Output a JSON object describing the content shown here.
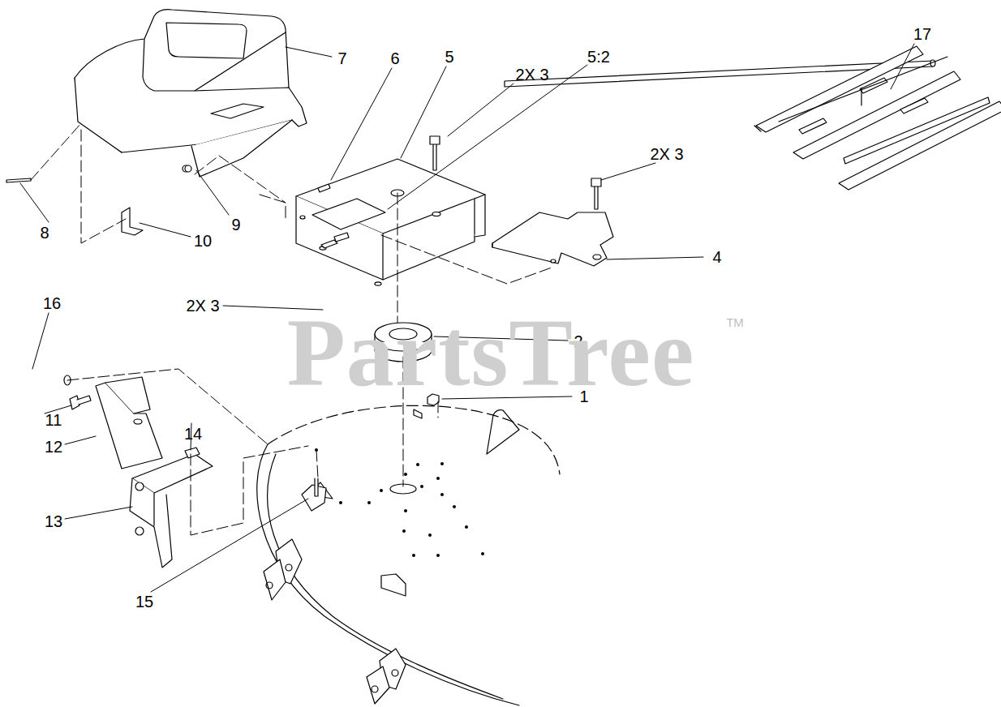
{
  "diagram": {
    "labels": [
      "17",
      "7",
      "6",
      "5",
      "2X 3",
      "5:2",
      "2X 3",
      "4",
      "8",
      "9",
      "10",
      "16",
      "2X 3",
      "2",
      "1",
      "11",
      "12",
      "14",
      "13",
      "15",
      "PartsTree",
      "TM"
    ]
  }
}
